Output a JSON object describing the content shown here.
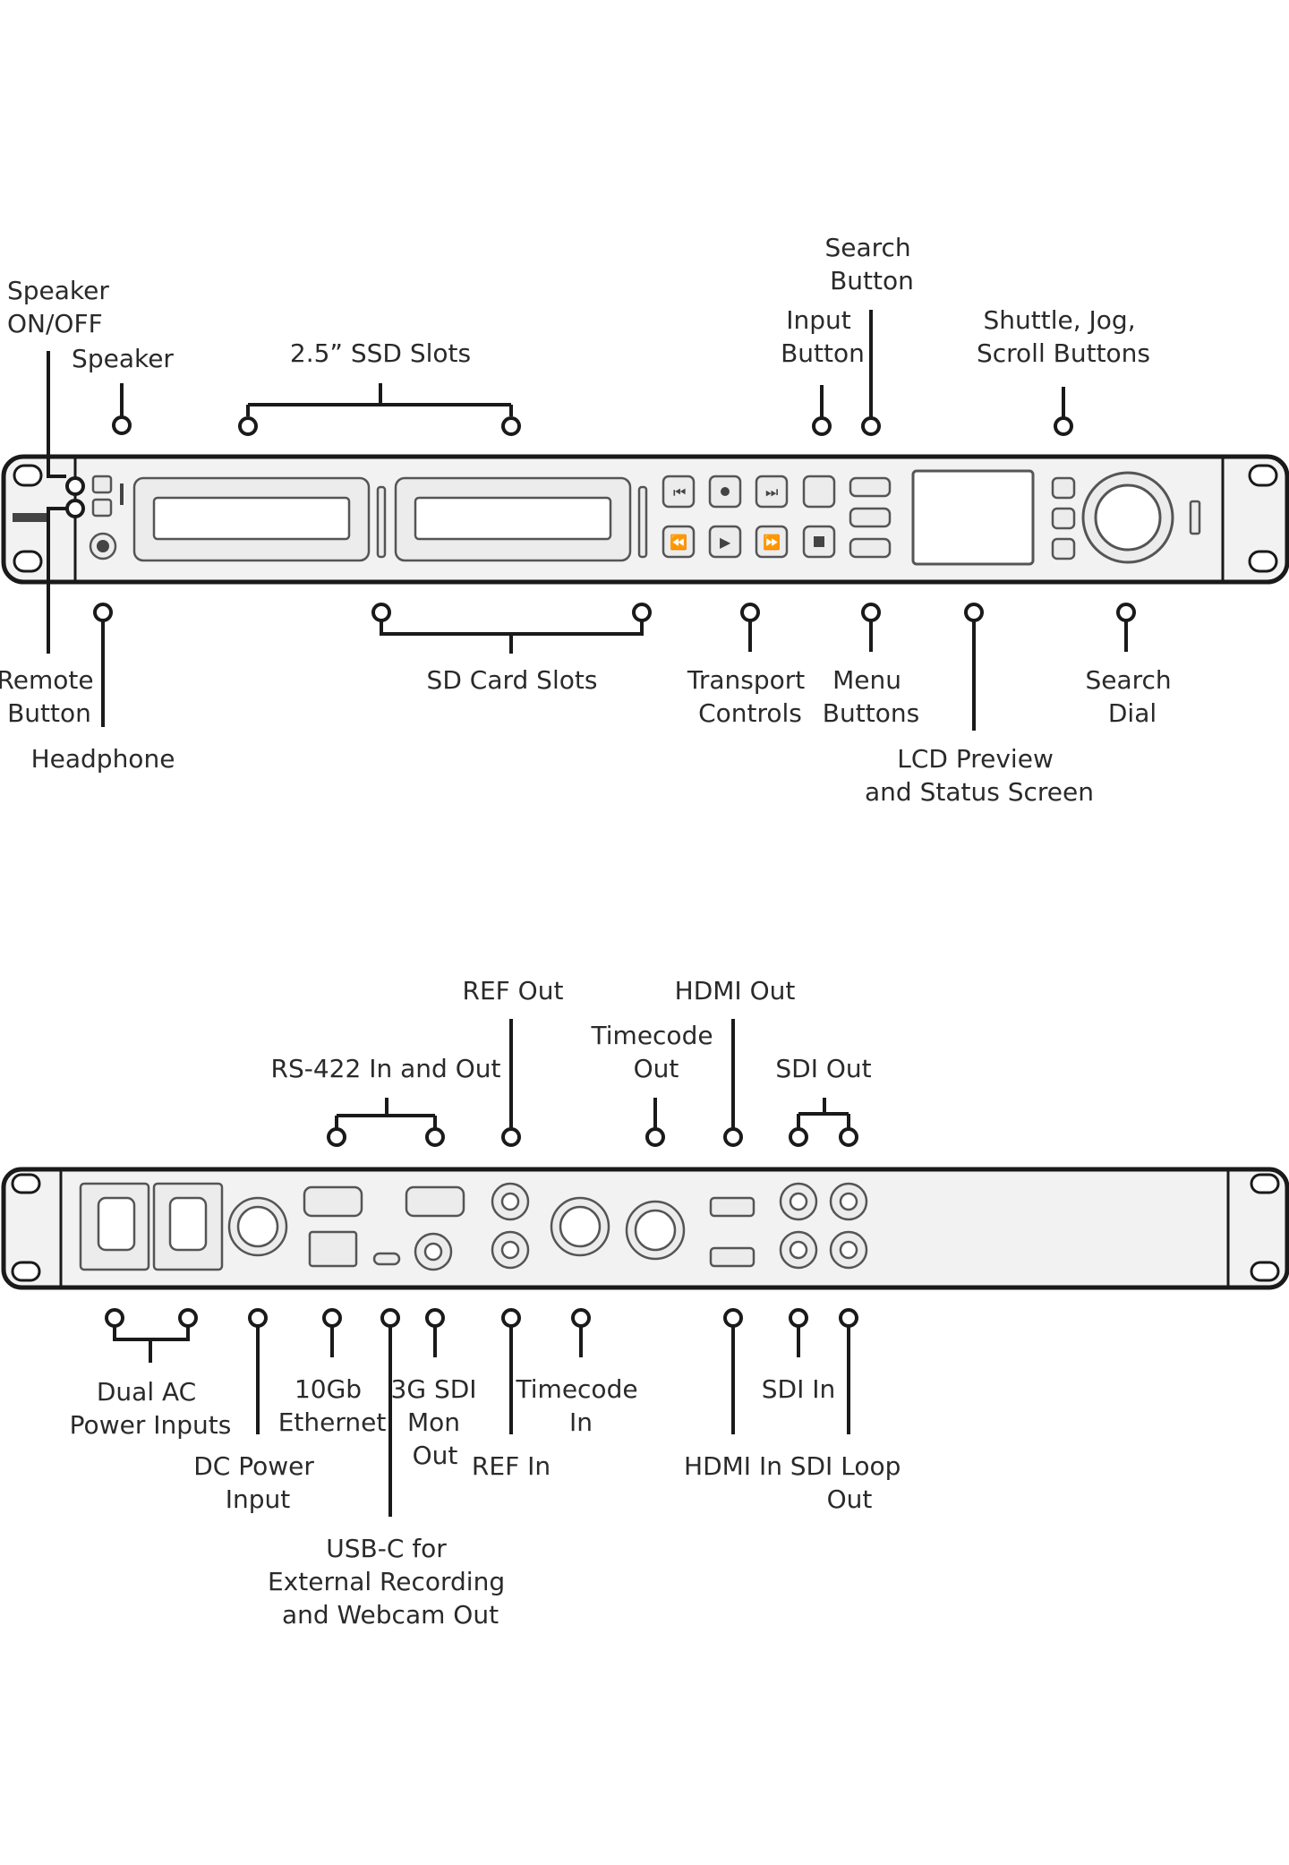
{
  "front_panel": {
    "labels": {
      "speaker_onoff": [
        "Speaker",
        "ON/OFF"
      ],
      "speaker": [
        "Speaker"
      ],
      "ssd_slots": [
        "2.5” SSD Slots"
      ],
      "search_button": [
        "Search",
        "Button"
      ],
      "input_button": [
        "Input",
        "Button"
      ],
      "shuttle_jog_scroll": [
        "Shuttle, Jog,",
        "Scroll Buttons"
      ],
      "remote_button": [
        "Remote",
        "Button"
      ],
      "headphone": [
        "Headphone"
      ],
      "sd_card_slots": [
        "SD Card Slots"
      ],
      "transport_controls": [
        "Transport",
        "Controls"
      ],
      "menu_buttons": [
        "Menu",
        "Buttons"
      ],
      "lcd_preview": [
        "LCD Preview",
        "and Status Screen"
      ],
      "search_dial": [
        "Search",
        "Dial"
      ]
    }
  },
  "rear_panel": {
    "labels": {
      "rs422": [
        "RS-422 In and Out"
      ],
      "ref_out": [
        "REF Out"
      ],
      "timecode_out": [
        "Timecode",
        "Out"
      ],
      "hdmi_out": [
        "HDMI Out"
      ],
      "sdi_out": [
        "SDI Out"
      ],
      "dual_ac": [
        "Dual AC",
        "Power Inputs"
      ],
      "dc_power": [
        "DC Power",
        "Input"
      ],
      "ethernet": [
        "10Gb",
        "Ethernet"
      ],
      "sdi_mon": [
        "3G SDI",
        "Mon",
        "Out"
      ],
      "usbc": [
        "USB-C for",
        "External Recording",
        "and Webcam Out"
      ],
      "ref_in": [
        "REF In"
      ],
      "timecode_in": [
        "Timecode",
        "In"
      ],
      "hdmi_in": [
        "HDMI In"
      ],
      "sdi_in": [
        "SDI In"
      ],
      "sdi_loop": [
        "SDI Loop",
        "Out"
      ]
    }
  },
  "colors": {
    "line": "#1a1a1a",
    "panel": "#f2f2f2",
    "text": "#2a2a2a"
  }
}
